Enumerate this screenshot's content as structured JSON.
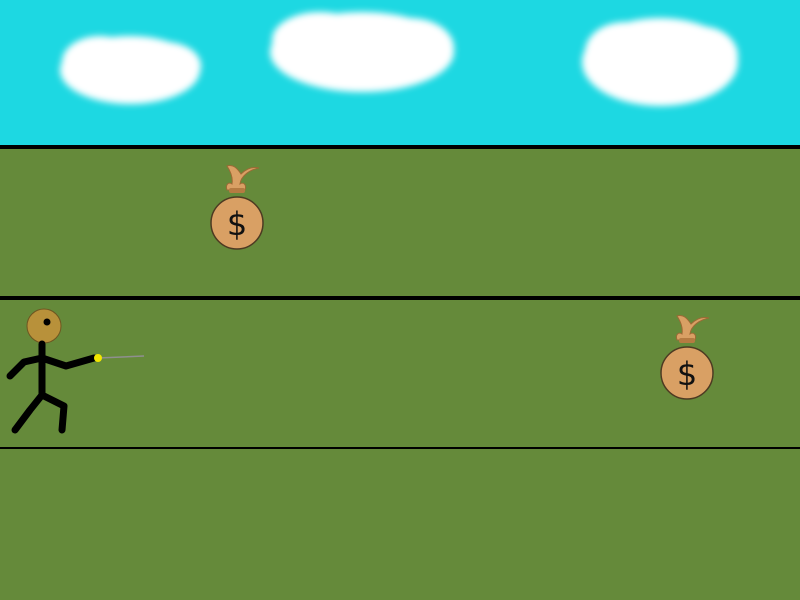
{
  "game": {
    "type": "lane-runner",
    "lanes": 3
  },
  "colors": {
    "sky": "#1dd8e2",
    "grass": "#658a3a",
    "lane_line": "#000000",
    "cloud": "#ffffff",
    "player_head": "#b8913a",
    "player_body": "#000000",
    "wand_tip": "#f2e600",
    "money_bag": "#d9a064",
    "money_bag_outline": "#9c6a35"
  },
  "money_bags": [
    {
      "lane": 1,
      "symbol": "$"
    },
    {
      "lane": 2,
      "symbol": "$"
    }
  ],
  "player": {
    "lane": 2,
    "item": "wand"
  }
}
